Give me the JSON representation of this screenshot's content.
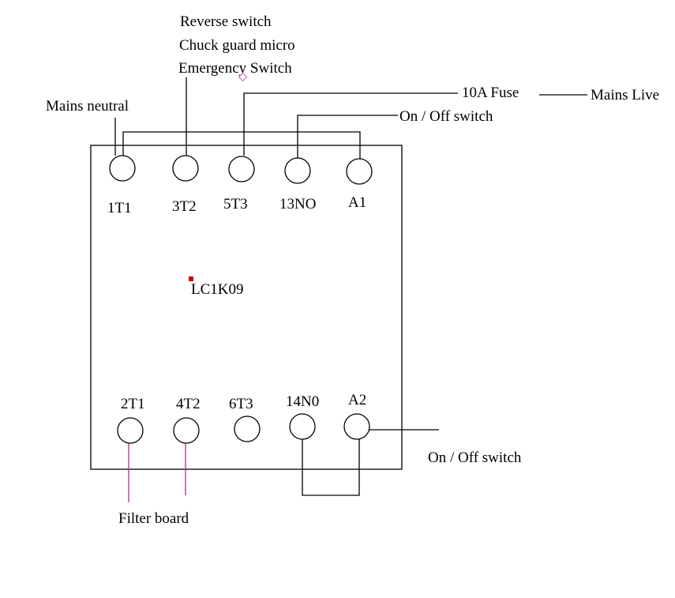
{
  "device": {
    "model": "LC1K09",
    "marker_color": "#cc0000"
  },
  "terminals": {
    "top": [
      "1T1",
      "3T2",
      "5T3",
      "13NO",
      "A1"
    ],
    "bottom": [
      "2T1",
      "4T2",
      "6T3",
      "14N0",
      "A2"
    ]
  },
  "labels": {
    "reverse_switch": "Reverse switch",
    "chuck_guard_micro": "Chuck guard micro",
    "emergency_switch": "Emergency Switch",
    "mains_neutral": "Mains neutral",
    "fuse": "10A Fuse",
    "mains_live": "Mains Live",
    "on_off_switch_top": "On / Off switch",
    "on_off_switch_bottom": "On / Off switch",
    "filter_board": "Filter board"
  },
  "colors": {
    "wire": "#000000",
    "filter_wire": "#b0308f",
    "marker_diamond": "#d04fc0"
  }
}
